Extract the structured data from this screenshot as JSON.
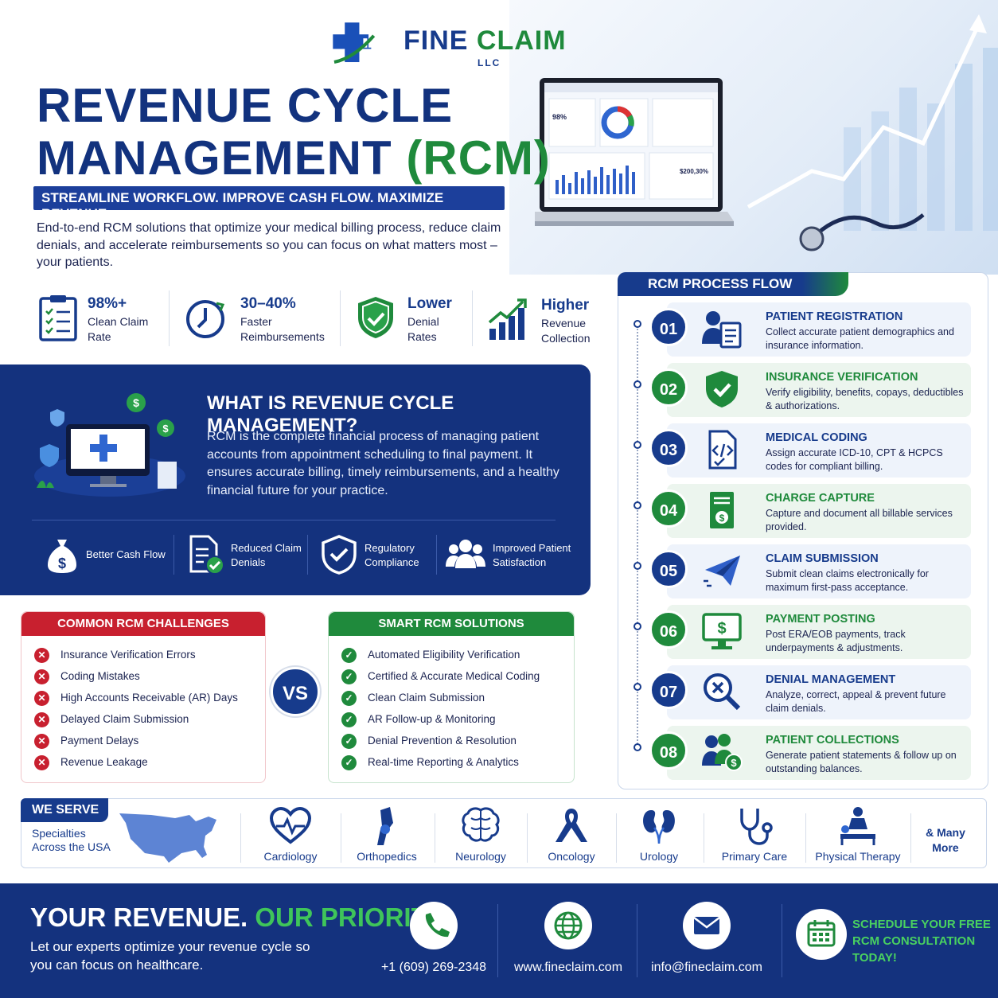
{
  "brand": {
    "name_a": "FINE ",
    "name_b": "CLAIM",
    "suffix": "LLC"
  },
  "hero": {
    "title_line1": "REVENUE CYCLE",
    "title_line2_a": "MANAGEMENT ",
    "title_line2_b": "(RCM)",
    "tagline": "STREAMLINE WORKFLOW. IMPROVE CASH FLOW. MAXIMIZE REVENUE.",
    "intro": "End-to-end RCM solutions that optimize your medical billing process, reduce claim denials, and accelerate reimbursements so you can focus on what matters most – your patients.",
    "laptop_stat_a": "98%",
    "laptop_stat_b": "$200,30%"
  },
  "stats": [
    {
      "big": "98%+",
      "small": "Clean Claim Rate",
      "icon": "checklist-icon"
    },
    {
      "big": "30–40%",
      "small": "Faster Reimbursements",
      "icon": "clock-icon"
    },
    {
      "big": "Lower",
      "small": "Denial Rates",
      "icon": "shield-check-icon"
    },
    {
      "big": "Higher",
      "small": "Revenue Collection",
      "icon": "growth-chart-icon"
    }
  ],
  "what": {
    "heading": "WHAT IS REVENUE CYCLE MANAGEMENT?",
    "body": "RCM is the complete financial process of managing patient accounts from appointment scheduling to final payment. It ensures accurate billing, timely reimbursements, and a healthy financial future for your practice.",
    "benefits": [
      {
        "label": "Better Cash Flow",
        "icon": "money-bag-icon"
      },
      {
        "label": "Reduced Claim Denials",
        "icon": "document-check-icon"
      },
      {
        "label": "Regulatory Compliance",
        "icon": "shield-check-icon"
      },
      {
        "label": "Improved Patient Satisfaction",
        "icon": "people-icon"
      }
    ]
  },
  "challenges": {
    "heading": "COMMON RCM CHALLENGES",
    "items": [
      "Insurance Verification Errors",
      "Coding Mistakes",
      "High Accounts Receivable (AR) Days",
      "Delayed Claim Submission",
      "Payment Delays",
      "Revenue Leakage"
    ]
  },
  "vs": "VS",
  "solutions": {
    "heading": "SMART RCM SOLUTIONS",
    "items": [
      "Automated Eligibility Verification",
      "Certified & Accurate Medical Coding",
      "Clean Claim Submission",
      "AR Follow-up & Monitoring",
      "Denial Prevention & Resolution",
      "Real-time Reporting & Analytics"
    ]
  },
  "process": {
    "heading": "RCM  PROCESS FLOW",
    "steps": [
      {
        "num": "01",
        "title": "PATIENT REGISTRATION",
        "desc": "Collect accurate patient demographics and insurance information.",
        "icon": "patient-document-icon",
        "accent": "#173b8c"
      },
      {
        "num": "02",
        "title": "INSURANCE VERIFICATION",
        "desc": "Verify eligibility, benefits, copays, deductibles & authorizations.",
        "icon": "shield-check-icon",
        "accent": "#1f8a3c"
      },
      {
        "num": "03",
        "title": "MEDICAL CODING",
        "desc": "Assign accurate ICD-10, CPT & HCPCS codes for compliant billing.",
        "icon": "code-document-icon",
        "accent": "#173b8c"
      },
      {
        "num": "04",
        "title": "CHARGE CAPTURE",
        "desc": "Capture and document all billable services provided.",
        "icon": "receipt-dollar-icon",
        "accent": "#1f8a3c"
      },
      {
        "num": "05",
        "title": "CLAIM SUBMISSION",
        "desc": "Submit clean claims electronically for maximum first-pass acceptance.",
        "icon": "paper-plane-icon",
        "accent": "#173b8c"
      },
      {
        "num": "06",
        "title": "PAYMENT POSTING",
        "desc": "Post ERA/EOB payments, track underpayments & adjustments.",
        "icon": "monitor-dollar-icon",
        "accent": "#1f8a3c"
      },
      {
        "num": "07",
        "title": "DENIAL MANAGEMENT",
        "desc": "Analyze, correct, appeal & prevent future claim denials.",
        "icon": "magnifier-x-icon",
        "accent": "#173b8c"
      },
      {
        "num": "08",
        "title": "PATIENT COLLECTIONS",
        "desc": "Generate patient statements & follow up on outstanding balances.",
        "icon": "person-dollar-icon",
        "accent": "#1f8a3c"
      }
    ]
  },
  "serve": {
    "heading": "WE SERVE",
    "sub": "Specialties Across the USA",
    "specialties": [
      {
        "label": "Cardiology",
        "icon": "heart-icon"
      },
      {
        "label": "Orthopedics",
        "icon": "bone-joint-icon"
      },
      {
        "label": "Neurology",
        "icon": "brain-icon"
      },
      {
        "label": "Oncology",
        "icon": "ribbon-icon"
      },
      {
        "label": "Urology",
        "icon": "kidney-icon"
      },
      {
        "label": "Primary Care",
        "icon": "stethoscope-icon"
      },
      {
        "label": "Physical Therapy",
        "icon": "therapy-icon"
      }
    ],
    "more": "& Many More"
  },
  "footer": {
    "headline_a": "YOUR REVENUE. ",
    "headline_b": "OUR PRIORITY.",
    "sub": "Let our experts optimize your revenue cycle so you can focus on healthcare.",
    "phone": "+1 (609) 269-2348",
    "website": "www.fineclaim.com",
    "email": "info@fineclaim.com",
    "cta": "SCHEDULE YOUR FREE RCM CONSULTATION TODAY!"
  },
  "colors": {
    "navy": "#14327e",
    "blue": "#173b8c",
    "green": "#1f8a3c",
    "red": "#c8202f"
  }
}
